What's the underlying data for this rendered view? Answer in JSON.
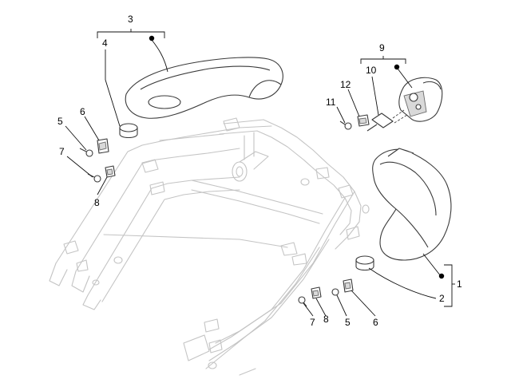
{
  "diagram": {
    "callouts": {
      "c1": "1",
      "c2_right": "2",
      "c3": "3",
      "c4": "4",
      "c5_left": "5",
      "c5_right": "5",
      "c6_left": "6",
      "c6_right": "6",
      "c7_left": "7",
      "c7_right": "7",
      "c8_left": "8",
      "c8_right": "8",
      "c9": "9",
      "c10": "10",
      "c11": "11",
      "c12": "12"
    }
  }
}
